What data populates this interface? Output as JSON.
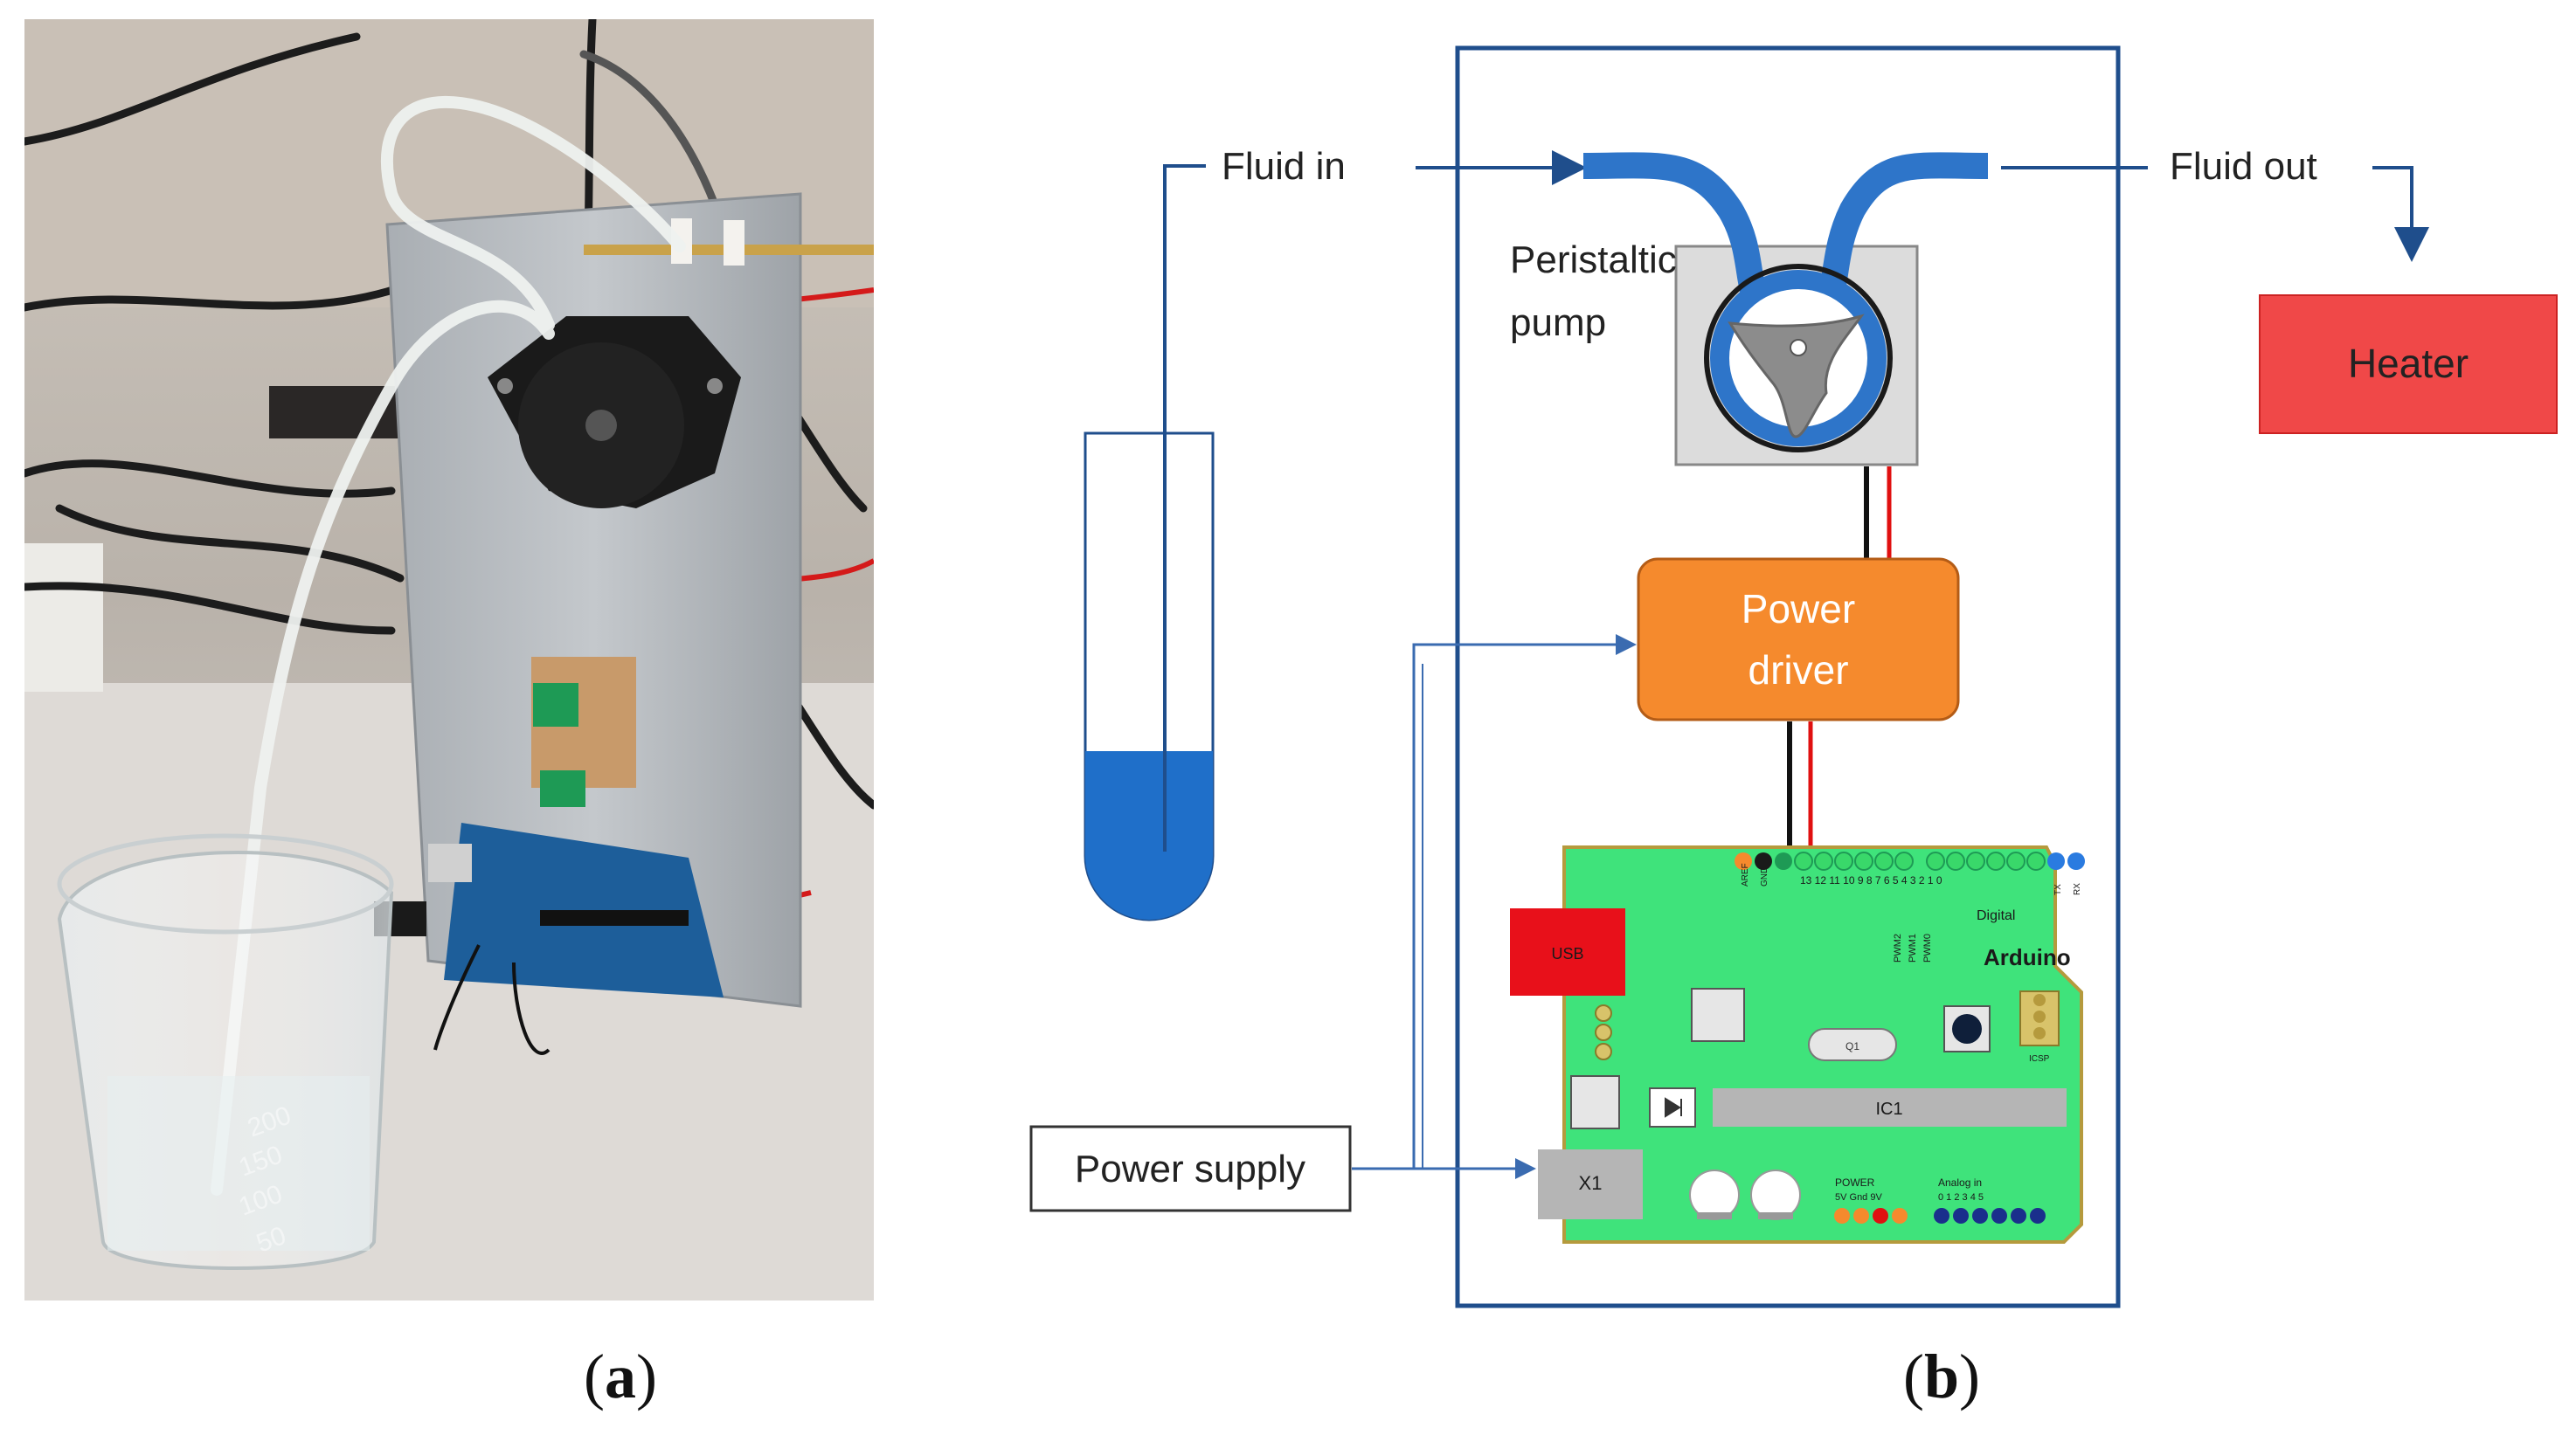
{
  "captions": {
    "a": "a",
    "b": "b"
  },
  "diagram": {
    "fluid_in": "Fluid in",
    "fluid_out": "Fluid out",
    "pump_label_line1": "Peristaltic",
    "pump_label_line2": "pump",
    "heater": "Heater",
    "power_driver_line1": "Power",
    "power_driver_line2": "driver",
    "power_supply": "Power supply",
    "arduino": {
      "name": "Arduino",
      "usb": "USB",
      "x1": "X1",
      "ic1": "IC1",
      "digital": "Digital",
      "power": "POWER",
      "analog_in": "Analog in",
      "q1": "Q1",
      "icsp": "ICSP",
      "pwm_labels": [
        "PWM2",
        "PWM1",
        "PWM0"
      ],
      "power_pins": "5V Gnd 9V",
      "analog_pins": "0 1 2 3 4 5",
      "digital_pins": "13 12 11 10 9 8 7 6 5 4 3 2 1 0",
      "aref_gnd": [
        "AREF",
        "GND"
      ],
      "tx_rx": [
        "TX",
        "RX"
      ]
    }
  },
  "photo": {
    "beaker_marks": [
      "200",
      "150",
      "100",
      "50"
    ]
  },
  "colors": {
    "frame": "#1f4e8c",
    "tube": "#2e75c9",
    "heater": "#f04848",
    "power_driver": "#f58a2d",
    "arduino_board": "#3fe37b",
    "usb": "#e8101a",
    "fluid": "#1f6fc9"
  }
}
